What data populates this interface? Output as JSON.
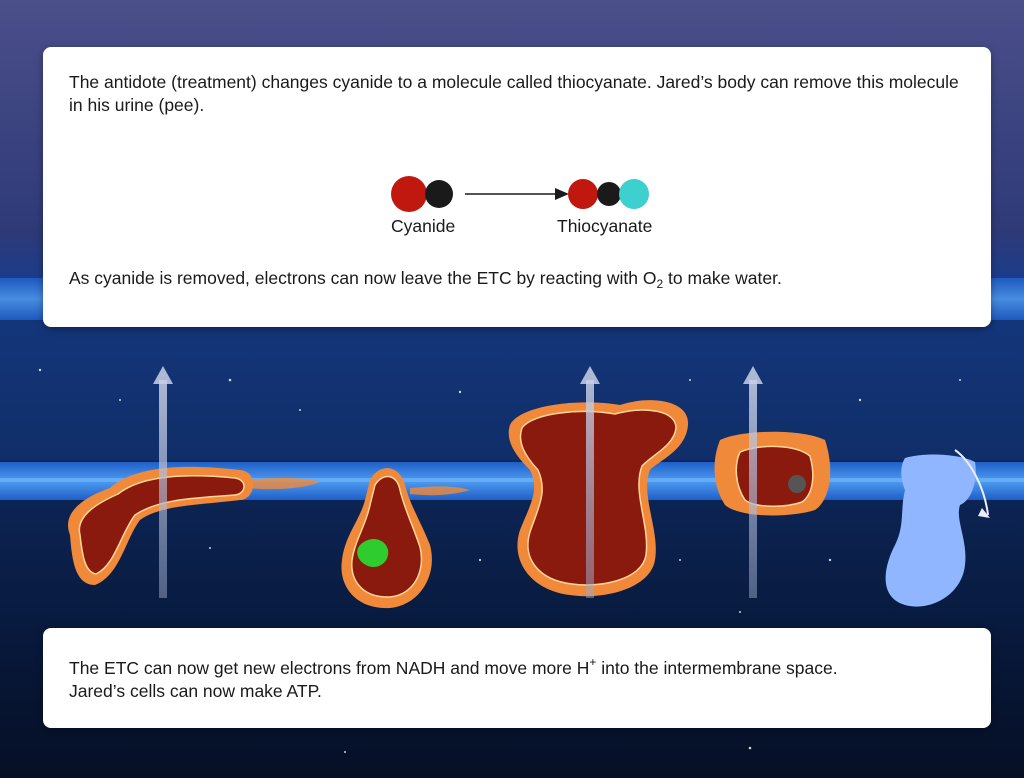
{
  "top_card": {
    "paragraph_1": "The antidote (treatment) changes cyanide to a molecule called thiocyanate. Jared’s body can remove this molecule in his urine (pee).",
    "cyanide_label": "Cyanide",
    "thiocyanate_label": "Thiocyanate",
    "paragraph_2_before": "As cyanide is removed, electrons can now leave the ETC by reacting with O",
    "paragraph_2_sub": "2",
    "paragraph_2_after": " to make water."
  },
  "bottom_card": {
    "line_1_before": "The ETC can now get new electrons from NADH and move more H",
    "line_1_sup": "+",
    "line_1_after": " into the intermembrane space.",
    "line_2": "Jared’s cells can now make ATP."
  },
  "colors": {
    "cyanide_red": "#c0170e",
    "carbon_black": "#1a1a1a",
    "sulfur_cyan": "#3ecfcf",
    "membrane_blue": "#2f7de0",
    "complex_orange": "#f08a3a",
    "complex_dark_red": "#8a1a0e",
    "atp_synthase_blue": "#8fb6ff"
  }
}
